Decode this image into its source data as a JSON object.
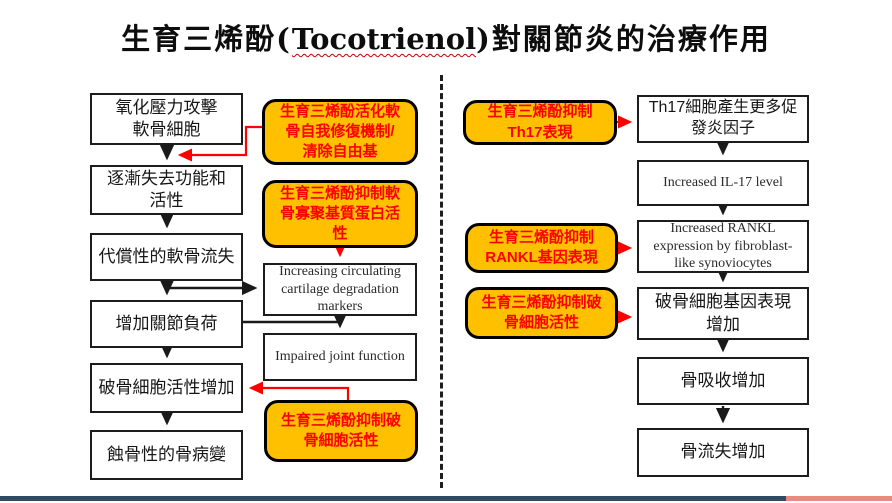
{
  "title": {
    "pre": "生育三烯酚(",
    "en": "Tocotrienol",
    "post": ")對關節炎的治療作用"
  },
  "left": {
    "flow": [
      "氧化壓力攻擊\n軟骨細胞",
      "逐漸失去功能和\n活性",
      "代償性的軟骨流失",
      "增加關節負荷",
      "破骨細胞活性增加",
      "蝕骨性的骨病變"
    ],
    "interventions": [
      "生育三烯酚活化軟\n骨自我修復機制/\n清除自由基",
      "生育三烯酚抑制軟\n骨寡聚基質蛋白活\n性",
      "生育三烯酚抑制破\n骨細胞活性"
    ],
    "markers": [
      "Increasing circulating\ncartilage degradation\nmarkers",
      "Impaired joint function"
    ]
  },
  "right": {
    "interventions": [
      "生育三烯酚抑制\nTh17表現",
      "生育三烯酚抑制\nRANKL基因表現",
      "生育三烯酚抑制破\n骨細胞活性"
    ],
    "flow": [
      "Th17細胞產生更多促\n發炎因子",
      "Increased IL-17 level",
      "Increased RANKL\nexpression by fibroblast-\nlike synoviocytes",
      "破骨細胞基因表現\n增加",
      "骨吸收增加",
      "骨流失增加"
    ]
  },
  "colors": {
    "intervention_fill": "#FFC000",
    "intervention_text": "#FF0000",
    "arrow_red": "#FF0000",
    "arrow_black": "#1A1A1A",
    "title_text": "#0D0D0D",
    "footer_blue": "#2E4D63",
    "footer_salmon": "#E98C7F"
  }
}
